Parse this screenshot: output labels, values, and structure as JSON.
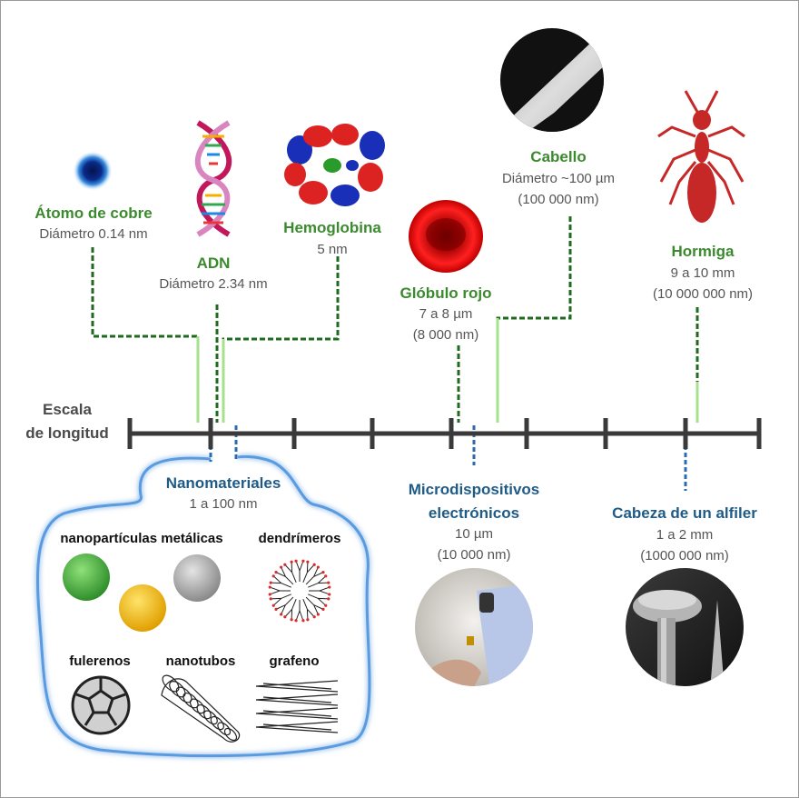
{
  "scale_label": {
    "line1": "Escala",
    "line2": "de longitud"
  },
  "items": {
    "atomo": {
      "name": "Átomo de cobre",
      "size": "Diámetro 0.14 nm"
    },
    "adn": {
      "name": "ADN",
      "size": "Diámetro 2.34 nm"
    },
    "hemo": {
      "name": "Hemoglobina",
      "size": "5 nm"
    },
    "globulo": {
      "name": "Glóbulo rojo",
      "size": "7 a 8 µm",
      "size_nm": "(8 000 nm)"
    },
    "cabello": {
      "name": "Cabello",
      "size": "Diámetro ~100 µm",
      "size_nm": "(100 000 nm)"
    },
    "hormiga": {
      "name": "Hormiga",
      "size": "9 a 10 mm",
      "size_nm": "(10 000 000 nm)"
    },
    "nano": {
      "name": "Nanomateriales",
      "size": "1 a 100 nm"
    },
    "micro": {
      "name_line1": "Microdispositivos",
      "name_line2": "electrónicos",
      "size": "10 µm",
      "size_nm": "(10 000 nm)"
    },
    "alfiler": {
      "name": "Cabeza de un alfiler",
      "size": "1 a 2 mm",
      "size_nm": "(1000 000 nm)"
    }
  },
  "nanomaterials": {
    "metal": "nanopartículas metálicas",
    "dendri": "dendrímeros",
    "fulerenos": "fulerenos",
    "nanotubos": "nanotubos",
    "grafeno": "grafeno"
  },
  "colors": {
    "green_label": "#3c8a2e",
    "blue_label": "#1f5b87",
    "leader_dark_green": "#1e6b1e",
    "leader_light_green": "#a6e28e",
    "leader_blue": "#2a6ab0",
    "axis": "#3a3a3a",
    "outline_blue": "#5a9be0"
  },
  "icons": [
    "copper-atom-icon",
    "dna-helix-icon",
    "hemoglobin-protein-icon",
    "red-blood-cell-icon",
    "hair-strand-photo",
    "ant-icon",
    "microdevice-photo",
    "pin-head-photo",
    "green-nanoparticle-icon",
    "yellow-nanoparticle-icon",
    "gray-nanoparticle-icon",
    "dendrimer-icon",
    "fullerene-icon",
    "nanotube-icon",
    "graphene-icon"
  ]
}
